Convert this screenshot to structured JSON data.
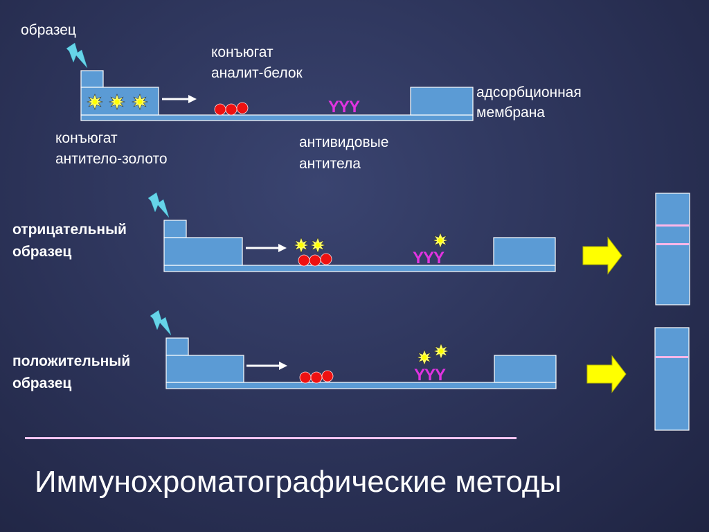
{
  "labels": {
    "sample": "образец",
    "conjugate_analyte_1": "конъюгат",
    "conjugate_analyte_2": "аналит-белок",
    "adsorption_1": "адсорбционная",
    "adsorption_2": "мембрана",
    "conjugate_gold_1": "конъюгат",
    "conjugate_gold_2": "антитело-золото",
    "anti_antibodies_1": "антивидовые",
    "anti_antibodies_2": "антитела",
    "negative_1": "отрицательный",
    "negative_2": "образец",
    "positive_1": "положительный",
    "positive_2": "образец",
    "antibody_glyph": "YYY"
  },
  "title": "Иммунохроматографические методы",
  "colors": {
    "pad": "#5b9bd5",
    "strip_line": "#ffb6e8",
    "antibody": "#e033e0",
    "gold_star": "#ffff66",
    "analyte_dot": "#ee1111",
    "arrow_fill": "#ffff00",
    "lightning": "#66d4e8"
  }
}
